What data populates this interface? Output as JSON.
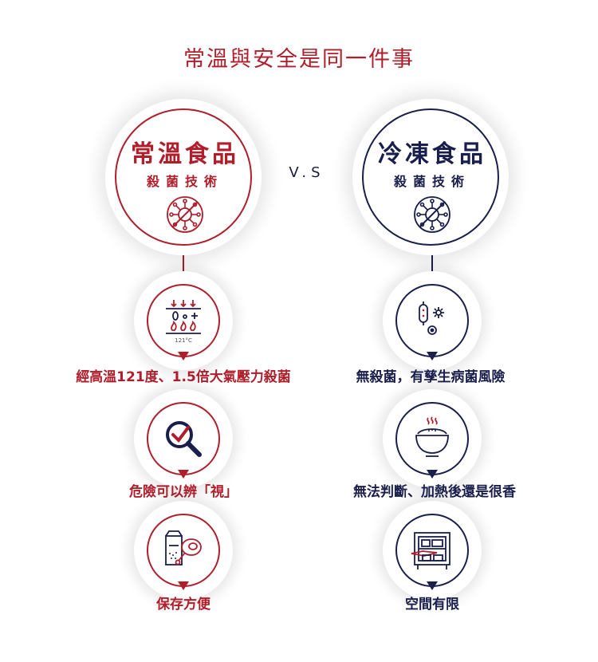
{
  "title": "常溫與安全是同一件事",
  "colors": {
    "red": "#b01e2b",
    "navy": "#1a1e4c"
  },
  "left": {
    "name": "常溫食品",
    "subtitle": "殺菌技術",
    "features": [
      {
        "label": "經高溫121度、1.5倍大氣壓力殺菌",
        "icon": "pressure-sterilize-icon",
        "icon_text": "121°C"
      },
      {
        "label": "危險可以辨「視」",
        "icon": "magnifier-check-icon"
      },
      {
        "label": "保存方便",
        "icon": "pantry-food-icon"
      }
    ]
  },
  "vs": "V.S",
  "right": {
    "name": "冷凍食品",
    "subtitle": "殺菌技術",
    "features": [
      {
        "label": "無殺菌，有孳生病菌風險",
        "icon": "bacteria-icon"
      },
      {
        "label": "無法判斷、加熱後還是很香",
        "icon": "hot-bowl-icon"
      },
      {
        "label": "空間有限",
        "icon": "full-freezer-icon"
      }
    ]
  }
}
